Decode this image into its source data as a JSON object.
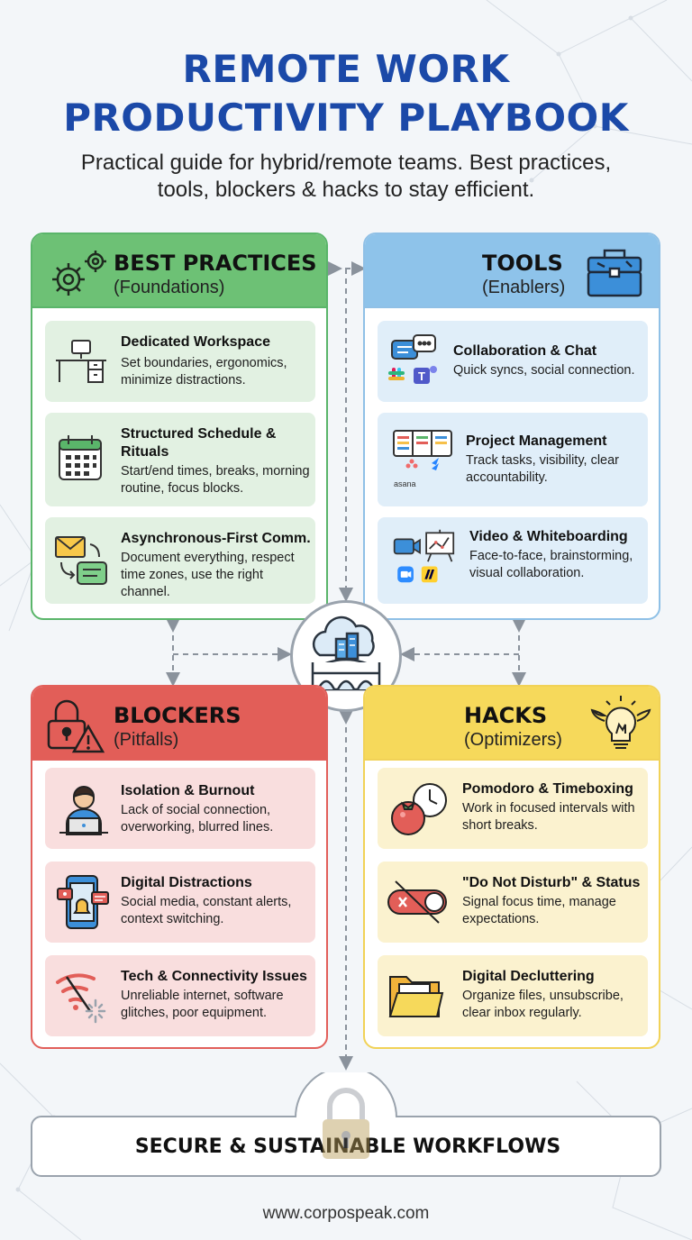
{
  "title_line1": "REMOTE WORK",
  "title_line2": "PRODUCTIVITY PLAYBOOK",
  "subtitle": "Practical guide for hybrid/remote teams. Best practices, tools, blockers & hacks to stay efficient.",
  "colors": {
    "title": "#1b49a8",
    "best_practices": "#6dc175",
    "tools": "#8ec3ea",
    "blockers": "#e25e58",
    "hacks": "#f6d95b"
  },
  "best_practices": {
    "title": "BEST PRACTICES",
    "subtitle": "(Foundations)",
    "icon": "gears-icon",
    "items": [
      {
        "title": "Dedicated Workspace",
        "desc": "Set boundaries, ergonomics, minimize distractions.",
        "icon": "desk-icon"
      },
      {
        "title": "Structured Schedule & Rituals",
        "desc": "Start/end times, breaks, morning routine, focus blocks.",
        "icon": "calendar-icon"
      },
      {
        "title": "Asynchronous-First Comm.",
        "desc": "Document everything, respect time zones, use the right channel.",
        "icon": "message-exchange-icon"
      }
    ]
  },
  "tools": {
    "title": "TOOLS",
    "subtitle": "(Enablers)",
    "icon": "toolbox-icon",
    "items": [
      {
        "title": "Collaboration & Chat",
        "desc": "Quick syncs, social connection.",
        "icon": "chat-icon"
      },
      {
        "title": "Project Management",
        "desc": "Track tasks, visibility, clear accountability.",
        "icon": "kanban-icon",
        "logo_text": "asana"
      },
      {
        "title": "Video & Whiteboarding",
        "desc": "Face-to-face, brainstorming, visual collaboration.",
        "icon": "video-whiteboard-icon"
      }
    ]
  },
  "blockers": {
    "title": "BLOCKERS",
    "subtitle": "(Pitfalls)",
    "icon": "lock-warning-icon",
    "items": [
      {
        "title": "Isolation & Burnout",
        "desc": "Lack of social connection, overworking, blurred lines.",
        "icon": "person-laptop-icon"
      },
      {
        "title": "Digital Distractions",
        "desc": "Social media, constant alerts, context switching.",
        "icon": "phone-notifications-icon"
      },
      {
        "title": "Tech & Connectivity Issues",
        "desc": "Unreliable internet, software glitches, poor equipment.",
        "icon": "broken-wifi-icon"
      }
    ]
  },
  "hacks": {
    "title": "HACKS",
    "subtitle": "(Optimizers)",
    "icon": "winged-lightbulb-icon",
    "items": [
      {
        "title": "Pomodoro & Timeboxing",
        "desc": "Work in focused intervals with short breaks.",
        "icon": "tomato-clock-icon"
      },
      {
        "title": "\"Do Not Disturb\" & Status",
        "desc": "Signal focus time, manage expectations.",
        "icon": "dnd-toggle-icon"
      },
      {
        "title": "Digital Decluttering",
        "desc": "Organize files, unsubscribe, clear inbox regularly.",
        "icon": "folder-icon"
      }
    ]
  },
  "hub_icon": "cloud-bridge-icon",
  "footer_icon": "padlock-icon",
  "footer": "SECURE & SUSTAINABLE WORKFLOWS",
  "website": "www.corpospeak.com"
}
